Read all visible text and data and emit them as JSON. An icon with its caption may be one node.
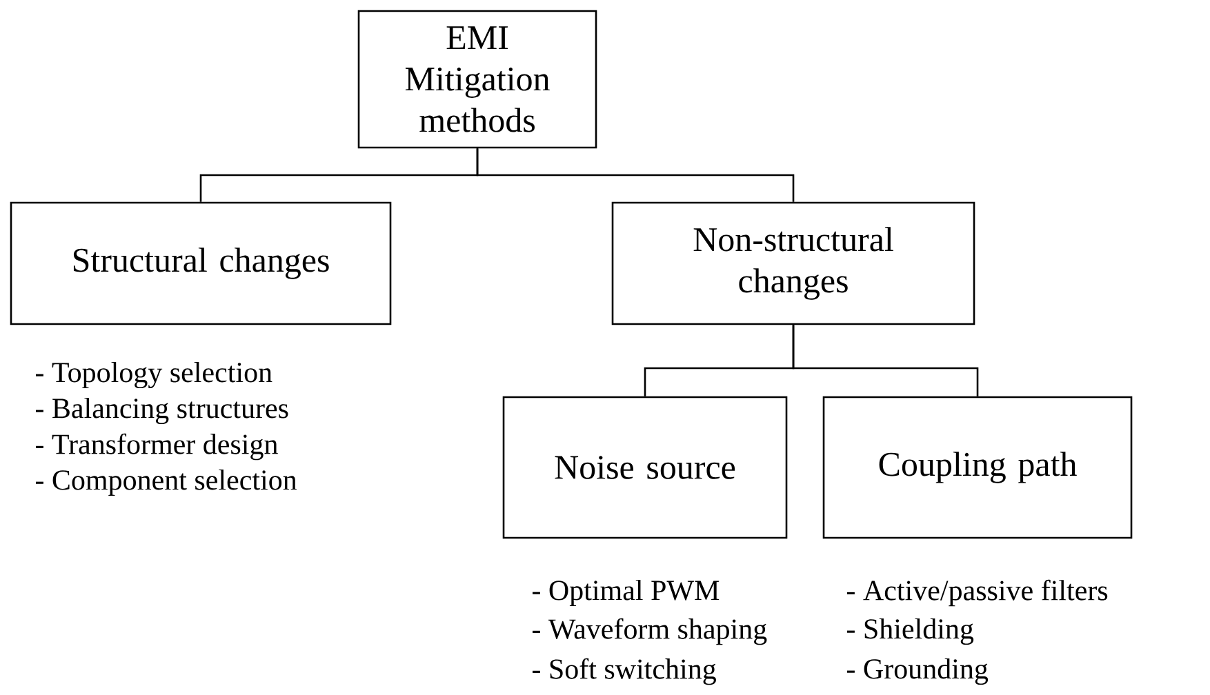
{
  "diagram": {
    "nodes": [
      {
        "text": [
          "EMI Mitigation methods"
        ]
      },
      {
        "text": [
          "Structural changes"
        ],
        "beside": [
          "- Topology selection",
          "- Balancing structures",
          "- Transformer design",
          "- Component selection"
        ]
      },
      {
        "text": [
          "Non-structural changes"
        ]
      },
      {
        "text": [
          "Noise source"
        ],
        "beside": [
          "- Optimal PWM",
          "- Waveform shaping",
          "- Soft switching"
        ]
      },
      {
        "text": [
          "Coupling path"
        ],
        "beside": [
          "- Active/passive filters",
          "- Shielding",
          "- Grounding"
        ]
      }
    ],
    "edges": [
      {
        "from": 0,
        "to": 1,
        "arrow": "none"
      },
      {
        "from": 0,
        "to": 2,
        "arrow": "none"
      },
      {
        "from": 2,
        "to": 3,
        "arrow": "none"
      },
      {
        "from": 2,
        "to": 4,
        "arrow": "none"
      }
    ]
  }
}
